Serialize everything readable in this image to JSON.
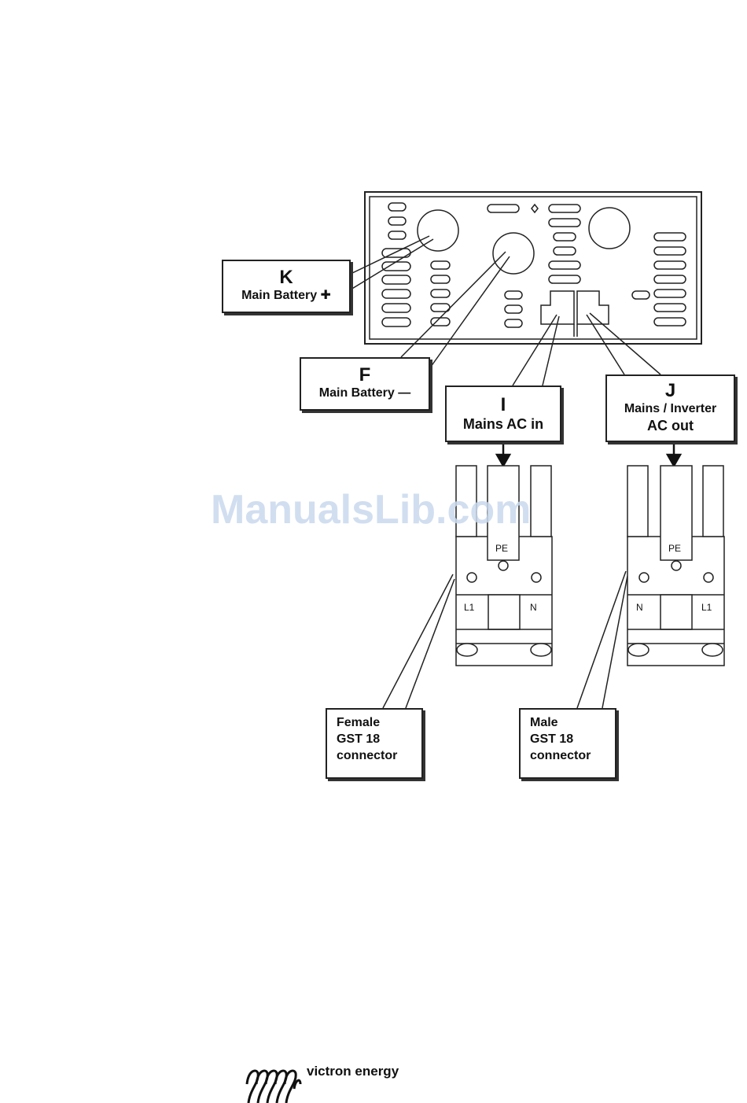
{
  "callouts": {
    "K": {
      "letter": "K",
      "desc": "Main Battery ✚"
    },
    "F": {
      "letter": "F",
      "desc": "Main Battery —"
    },
    "I": {
      "letter": "I",
      "desc": "Mains AC in"
    },
    "J": {
      "letter": "J",
      "desc_line1": "Mains / Inverter",
      "desc_line2": "AC out"
    }
  },
  "connectors": {
    "female": {
      "line1": "Female",
      "line2": "GST 18",
      "line3": "connector",
      "pins": {
        "pe": "PE",
        "left": "L1",
        "right": "N"
      }
    },
    "male": {
      "line1": "Male",
      "line2": "GST 18",
      "line3": "connector",
      "pins": {
        "pe": "PE",
        "left": "N",
        "right": "L1"
      }
    }
  },
  "watermark": "ManualsLib.com",
  "brand": {
    "name": "victron energy",
    "logo_icon": "victron-coil-logo-icon"
  }
}
